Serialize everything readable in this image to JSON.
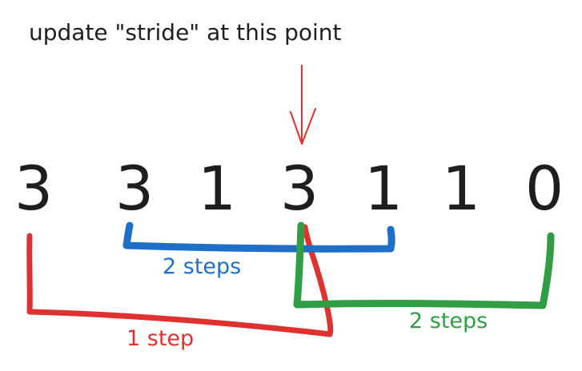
{
  "title": "update \"stride\" at this point",
  "sequence": [
    "3",
    "3",
    "1",
    "3",
    "1",
    "1",
    "0"
  ],
  "brackets": {
    "blue": {
      "label": "2 steps",
      "color": "#1f6ec8"
    },
    "red": {
      "label": "1 step",
      "color": "#e03131"
    },
    "green": {
      "label": "2 steps",
      "color": "#2f9e44"
    }
  },
  "arrow_color": "#e03131"
}
